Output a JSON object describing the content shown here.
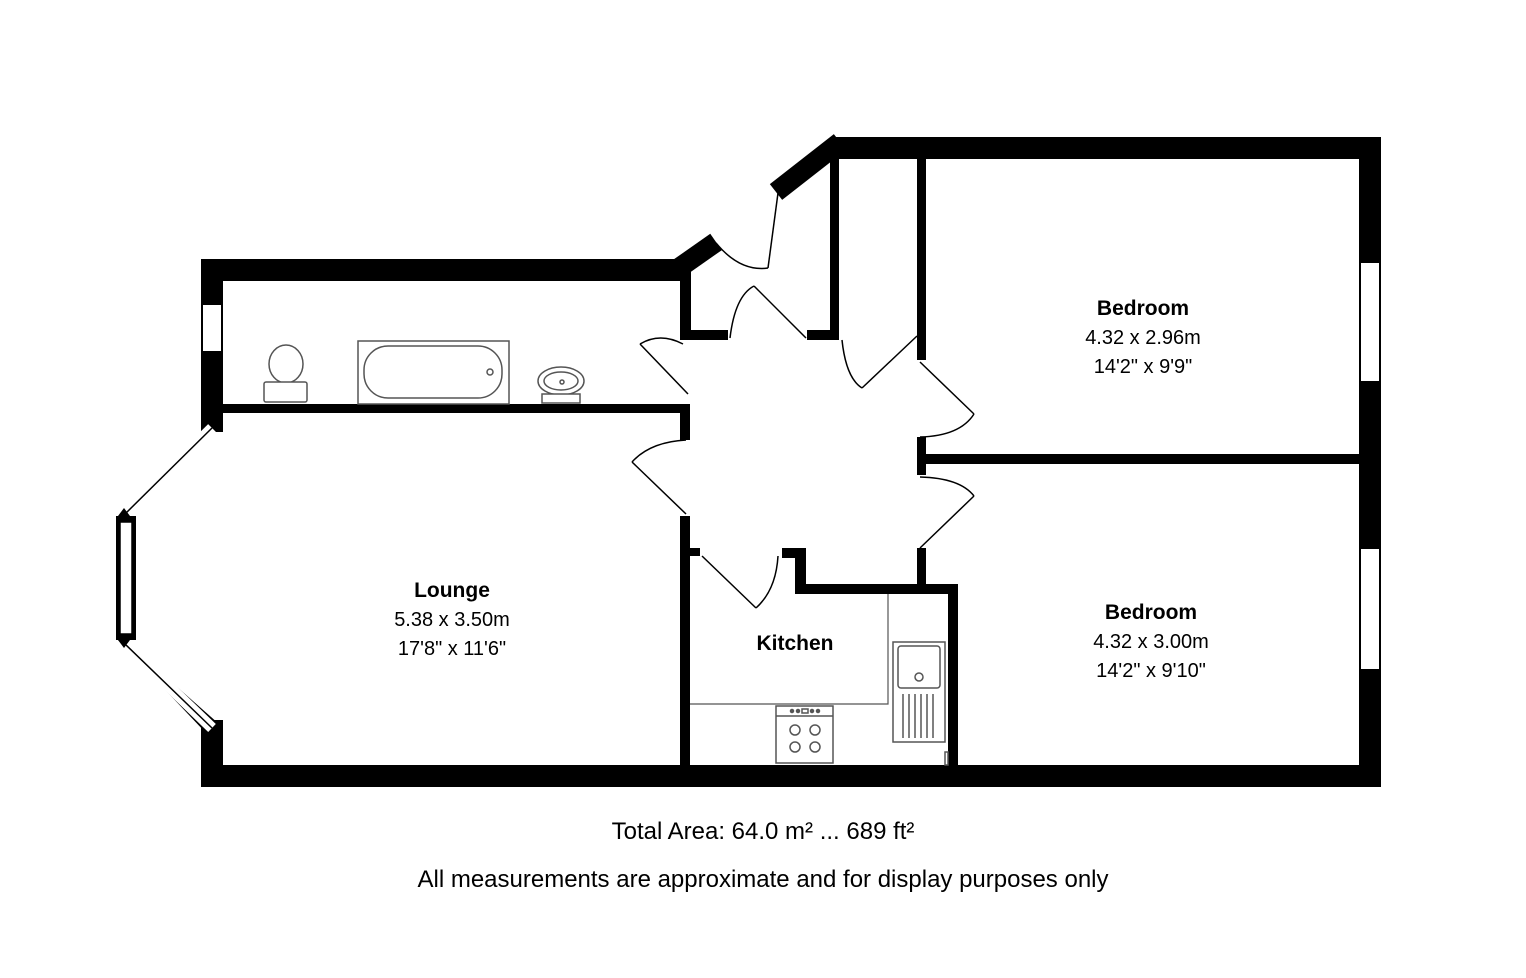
{
  "rooms": {
    "bedroom1": {
      "name": "Bedroom",
      "metric": "4.32 x 2.96m",
      "imperial": "14'2\" x 9'9\""
    },
    "bedroom2": {
      "name": "Bedroom",
      "metric": "4.32 x 3.00m",
      "imperial": "14'2\" x 9'10\""
    },
    "lounge": {
      "name": "Lounge",
      "metric": "5.38 x 3.50m",
      "imperial": "17'8\" x 11'6\""
    },
    "kitchen": {
      "name": "Kitchen"
    }
  },
  "footer": {
    "total_area": "Total Area: 64.0 m² ... 689 ft²",
    "disclaimer": "All measurements are approximate and for display purposes only"
  },
  "colors": {
    "wall": "#000000",
    "background": "#ffffff",
    "fixture": "#555555"
  }
}
